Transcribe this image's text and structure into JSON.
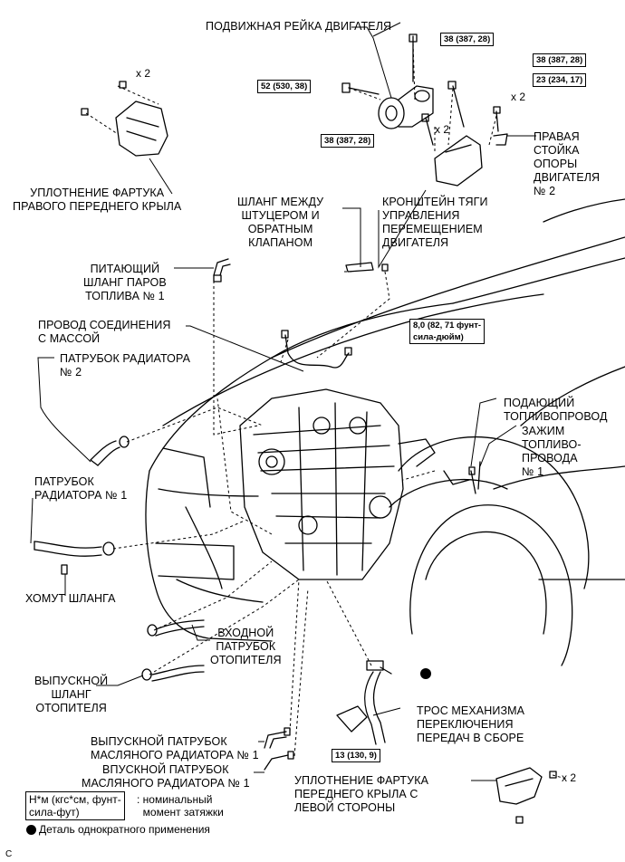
{
  "labels": {
    "engine_moving_bracket": "ПОДВИЖНАЯ РЕЙКА ДВИГАТЕЛЯ",
    "fender_seal_rh": "УПЛОТНЕНИЕ ФАРТУКА\nПРАВОГО ПЕРЕДНЕГО КРЫЛА",
    "hose_union_check_valve": "ШЛАНГ МЕЖДУ\nШТУЦЕРОМ И\nОБРАТНЫМ\nКЛАПАНОМ",
    "control_rod_bracket": "КРОНШТЕЙН ТЯГИ\nУПРАВЛЕНИЯ\nПЕРЕМЕЩЕНИЕМ\nДВИГАТЕЛЯ",
    "engine_mount_stay_rh": "ПРАВАЯ\nСТОЙКА\nОПОРЫ\nДВИГАТЕЛЯ\n№ 2",
    "fuel_vapor_hose": "ПИТАЮЩИЙ\nШЛАНГ ПАРОВ\nТОПЛИВА № 1",
    "ground_wire": "ПРОВОД СОЕДИНЕНИЯ\nС МАССОЙ",
    "radiator_hose_2": "ПАТРУБОК РАДИАТОРА\n№ 2",
    "fuel_supply_pipe": "ПОДАЮЩИЙ\nТОПЛИВОПРОВОД",
    "fuel_pipe_clamp": "ЗАЖИМ\nТОПЛИВО-\nПРОВОДА\n№ 1",
    "radiator_hose_1": "ПАТРУБОК\nРАДИАТОРА № 1",
    "hose_clamp": "ХОМУТ ШЛАНГА",
    "heater_inlet_hose": "ВХОДНОЙ\nПАТРУБОК\nОТОПИТЕЛЯ",
    "heater_outlet_hose": "ВЫПУСКНОЙ\nШЛАНГ\nОТОПИТЕЛЯ",
    "transmission_cable": "ТРОС МЕХАНИЗМА\nПЕРЕКЛЮЧЕНИЯ\nПЕРЕДАЧ В СБОРЕ",
    "oil_cooler_outlet_hose": "ВЫПУСКНОЙ ПАТРУБОК\nМАСЛЯНОГО РАДИАТОРА № 1",
    "oil_cooler_inlet_hose": "ВПУСКНОЙ ПАТРУБОК\nМАСЛЯНОГО РАДИАТОРА № 1",
    "fender_seal_lh": "УПЛОТНЕНИЕ ФАРТУКА\nПЕРЕДНЕГО КРЫЛА С\nЛЕВОЙ СТОРОНЫ"
  },
  "torques": {
    "t_38_top": "38 (387, 28)",
    "t_38_right": "38 (387, 28)",
    "t_23": "23 (234, 17)",
    "t_52": "52 (530, 38)",
    "t_38_left": "38 (387, 28)",
    "t_8": "8,0 (82, 71 фунт-\nсила-дюйм)",
    "t_13": "13 (130, 9)"
  },
  "quantities": {
    "q1": "x 2",
    "q2": "x 2",
    "q3": "x 2",
    "q4": "x 2"
  },
  "legend": {
    "unit_box": "Н*м (кгс*см, фунт-\nсила-фут)",
    "unit_desc": ": номинальный\n  момент затяжки",
    "non_reusable": "Деталь однократного применения"
  },
  "corner_mark": "C"
}
